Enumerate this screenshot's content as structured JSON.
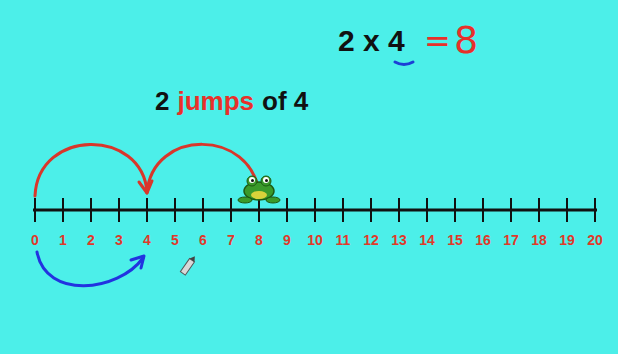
{
  "diagram": {
    "title": "2 x 4",
    "labels": [
      "=",
      "8",
      "2",
      "jumps",
      "of 4",
      "0",
      "1",
      "2",
      "3",
      "4",
      "5",
      "6",
      "7",
      "8",
      "9",
      "10",
      "11",
      "12",
      "13",
      "14",
      "15",
      "16",
      "17",
      "18",
      "19",
      "20"
    ]
  }
}
